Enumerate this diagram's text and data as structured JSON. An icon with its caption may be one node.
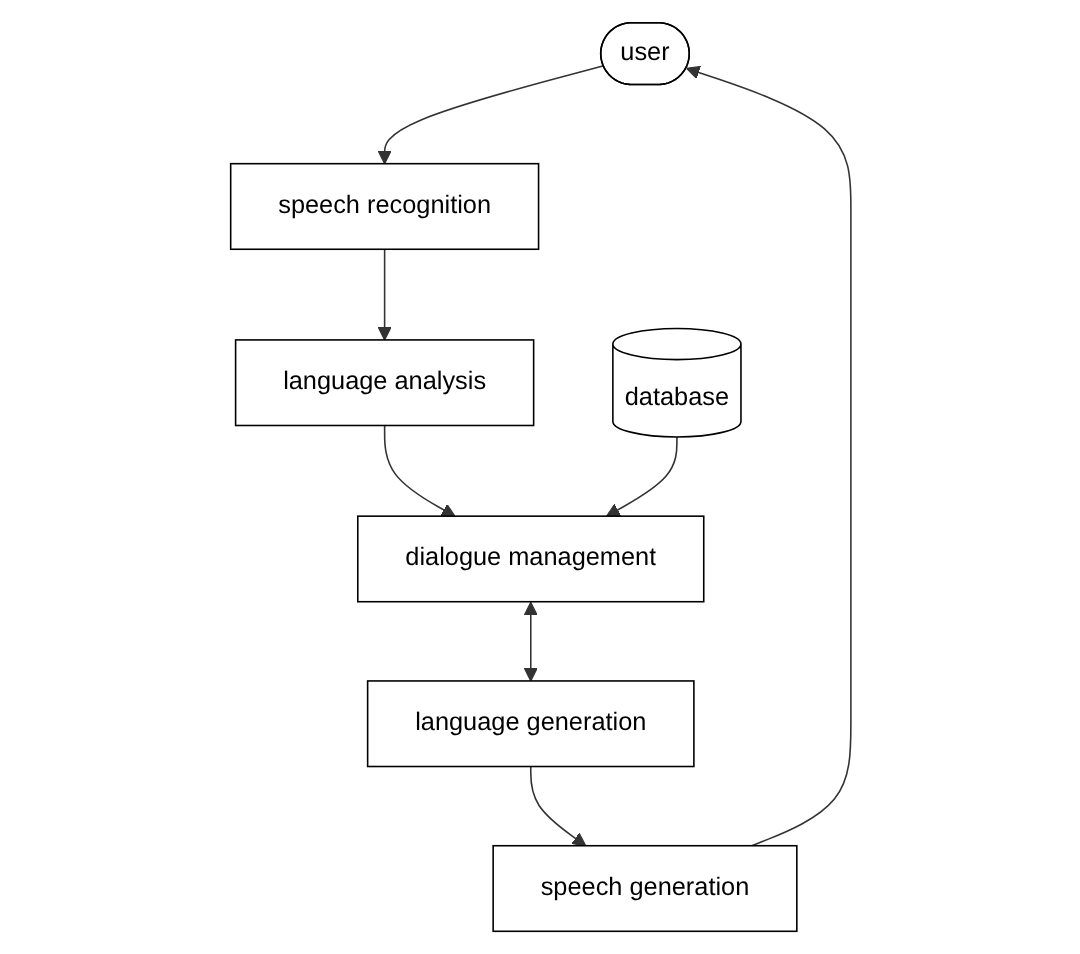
{
  "diagram": {
    "nodes": [
      {
        "text": [
          "user"
        ]
      },
      {
        "text": [
          "speech recognition"
        ]
      },
      {
        "text": [
          "speech generation"
        ]
      },
      {
        "text": [
          "language analysis"
        ]
      },
      {
        "text": [
          "database"
        ]
      },
      {
        "text": [
          "language generation"
        ]
      },
      {
        "text": [
          "dialogue management"
        ]
      }
    ],
    "edges": [
      {
        "from": 0,
        "to": 1,
        "arrow": "to"
      },
      {
        "from": 1,
        "to": 3,
        "arrow": "to"
      },
      {
        "from": 3,
        "to": 6,
        "arrow": "to"
      },
      {
        "from": 4,
        "to": 6,
        "arrow": "to"
      },
      {
        "from": 6,
        "to": 5,
        "arrow": "both"
      },
      {
        "from": 5,
        "to": 2,
        "arrow": "to"
      },
      {
        "from": 2,
        "to": 0,
        "arrow": "to"
      }
    ]
  }
}
